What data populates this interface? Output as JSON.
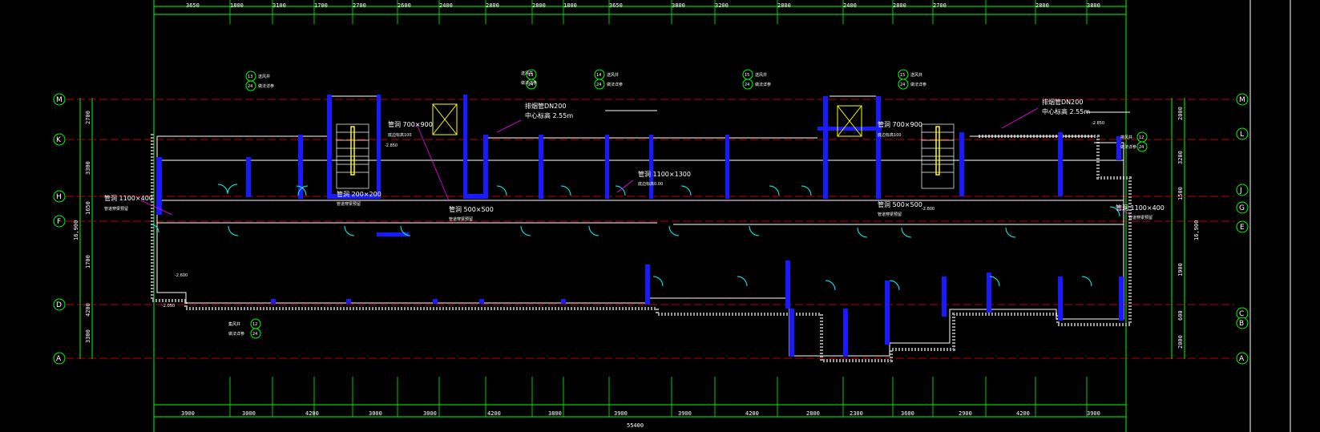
{
  "colors": {
    "background": "#000000",
    "grid": "#00ff00",
    "axis_dash": "#ff0000",
    "wall": "#1a1aff",
    "wall_outline": "#ffffff",
    "door": "#00ffff",
    "leader": "#ff00ff",
    "stair": "#ffff00",
    "text": "#ffffff"
  },
  "top_dimensions": [
    "3650",
    "1800",
    "3100",
    "1700",
    "2700",
    "2600",
    "2400",
    "2800",
    "2800",
    "1800",
    "3650",
    "3800",
    "3200",
    "2800",
    "2400",
    "2800",
    "2700",
    "2800",
    "3800"
  ],
  "bottom_dimensions": [
    "3900",
    "3000",
    "4200",
    "3000",
    "3000",
    "4200",
    "3800",
    "3900",
    "3900",
    "4200",
    "2800",
    "2300",
    "3600",
    "2900",
    "4200",
    "3900"
  ],
  "bottom_total": "55400",
  "left_axes": [
    "M",
    "K",
    "H",
    "F",
    "D",
    "A"
  ],
  "right_axes": [
    "M",
    "L",
    "J",
    "G",
    "E",
    "C",
    "B",
    "A"
  ],
  "left_dimensions": [
    "2700",
    "3300",
    "1650",
    "1700",
    "4200",
    "3300"
  ],
  "left_total": "16,900",
  "right_dimensions": [
    "2000",
    "3200",
    "1500",
    "1900",
    "600",
    "2000"
  ],
  "right_total": "16,900",
  "annotations": {
    "pipe_left": "管洞 1100×400",
    "pipe_left_sub": "管道穿梁预留",
    "pipe_right": "管洞 1100×400",
    "pipe_right_sub": "管道穿梁预留",
    "pipe_200": "管洞 200×200",
    "pipe_200_sub": "管道穿梁预留",
    "pipe_500a": "管洞 500×500",
    "pipe_500a_sub": "管道穿梁预留",
    "pipe_500b": "管洞 500×500",
    "pipe_500b_sub": "管道穿梁预留",
    "pipe_700a": "管洞 700×900",
    "pipe_700a_sub": "底边标高100",
    "pipe_700b": "管洞 700×900",
    "pipe_700b_sub": "底边标高100",
    "pipe_1100": "管洞 1100×1300",
    "pipe_1100_sub": "底边标高0.00",
    "vent_l": "排烟管DN200",
    "vent_l_sub": "中心标高 2.55m",
    "vent_r": "排烟管DN200",
    "vent_r_sub": "中心标高 2.55m",
    "elev_a": "-2.850",
    "elev_b": "-2.800",
    "elev_c": "-2.600",
    "elev_d": "-2.050",
    "elev_e": "-2.850"
  },
  "callouts": [
    {
      "top": "13",
      "bottom": "24",
      "label": "送风井",
      "sub": "做法详参"
    },
    {
      "top": "13",
      "bottom": "24",
      "label": "送风井",
      "sub": "做法详参"
    },
    {
      "top": "14",
      "bottom": "24",
      "label": "送风井",
      "sub": "做法详参"
    },
    {
      "top": "15",
      "bottom": "24",
      "label": "送风井",
      "sub": "做法详参"
    },
    {
      "top": "15",
      "bottom": "24",
      "label": "送风井",
      "sub": "做法详参"
    },
    {
      "top": "12",
      "bottom": "24",
      "label": "排风井",
      "sub": "做法详参"
    },
    {
      "top": "12",
      "bottom": "24",
      "label": "集风井",
      "sub": "做法详参"
    }
  ]
}
